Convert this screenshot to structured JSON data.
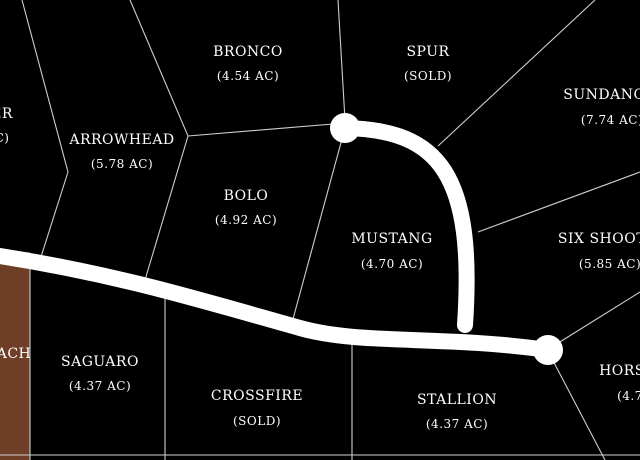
{
  "map": {
    "colors": {
      "background": "#000000",
      "road": "#ffffff",
      "boundary": "#cfcfcf",
      "highlight_lot": "#6e3f26"
    },
    "lots": [
      {
        "id": "partial-left",
        "name": "ER",
        "acres": "C)"
      },
      {
        "id": "arrowhead",
        "name": "ARROWHEAD",
        "acres": "(5.78 AC)"
      },
      {
        "id": "bronco",
        "name": "BRONCO",
        "acres": "(4.54 AC)"
      },
      {
        "id": "spur",
        "name": "SPUR",
        "acres": "(SOLD)"
      },
      {
        "id": "sundance",
        "name": "SUNDANC",
        "acres": "(7.74 AC)"
      },
      {
        "id": "bolo",
        "name": "BOLO",
        "acres": "(4.92 AC)"
      },
      {
        "id": "mustang",
        "name": "MUSTANG",
        "acres": "(4.70 AC)"
      },
      {
        "id": "six-shooter",
        "name": "SIX SHOOT",
        "acres": "(5.85 AC)"
      },
      {
        "id": "each",
        "name": "ACH",
        "acres": ""
      },
      {
        "id": "saguaro",
        "name": "SAGUARO",
        "acres": "(4.37 AC)"
      },
      {
        "id": "crossfire",
        "name": "CROSSFIRE",
        "acres": "(SOLD)"
      },
      {
        "id": "stallion",
        "name": "STALLION",
        "acres": "(4.37 AC)"
      },
      {
        "id": "horse",
        "name": "HORS",
        "acres": "(4.7"
      }
    ]
  }
}
